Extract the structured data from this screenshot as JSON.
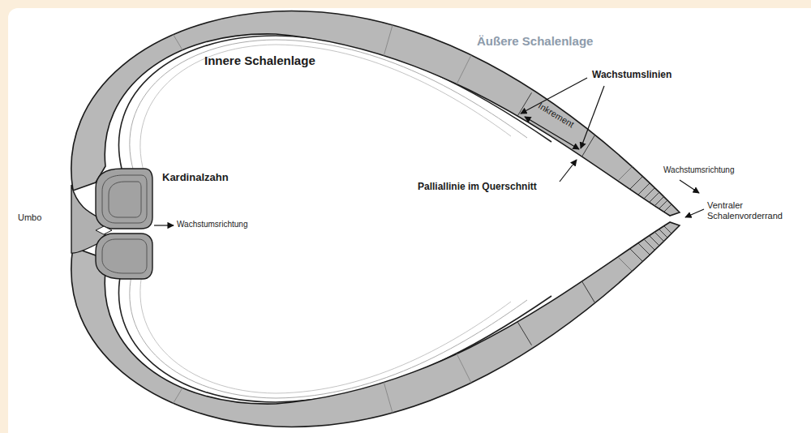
{
  "diagram": {
    "labels": [
      "Äußere Schalenlage",
      "Innere Schalenlage",
      "Wachstumslinien",
      "Inkrement",
      "Kardinalzahn",
      "Umbo",
      "Wachstumsrichtung",
      "Palliallinie im Querschnitt",
      "Wachstumsrichtung",
      "Ventraler Schalenvorderrand"
    ]
  }
}
